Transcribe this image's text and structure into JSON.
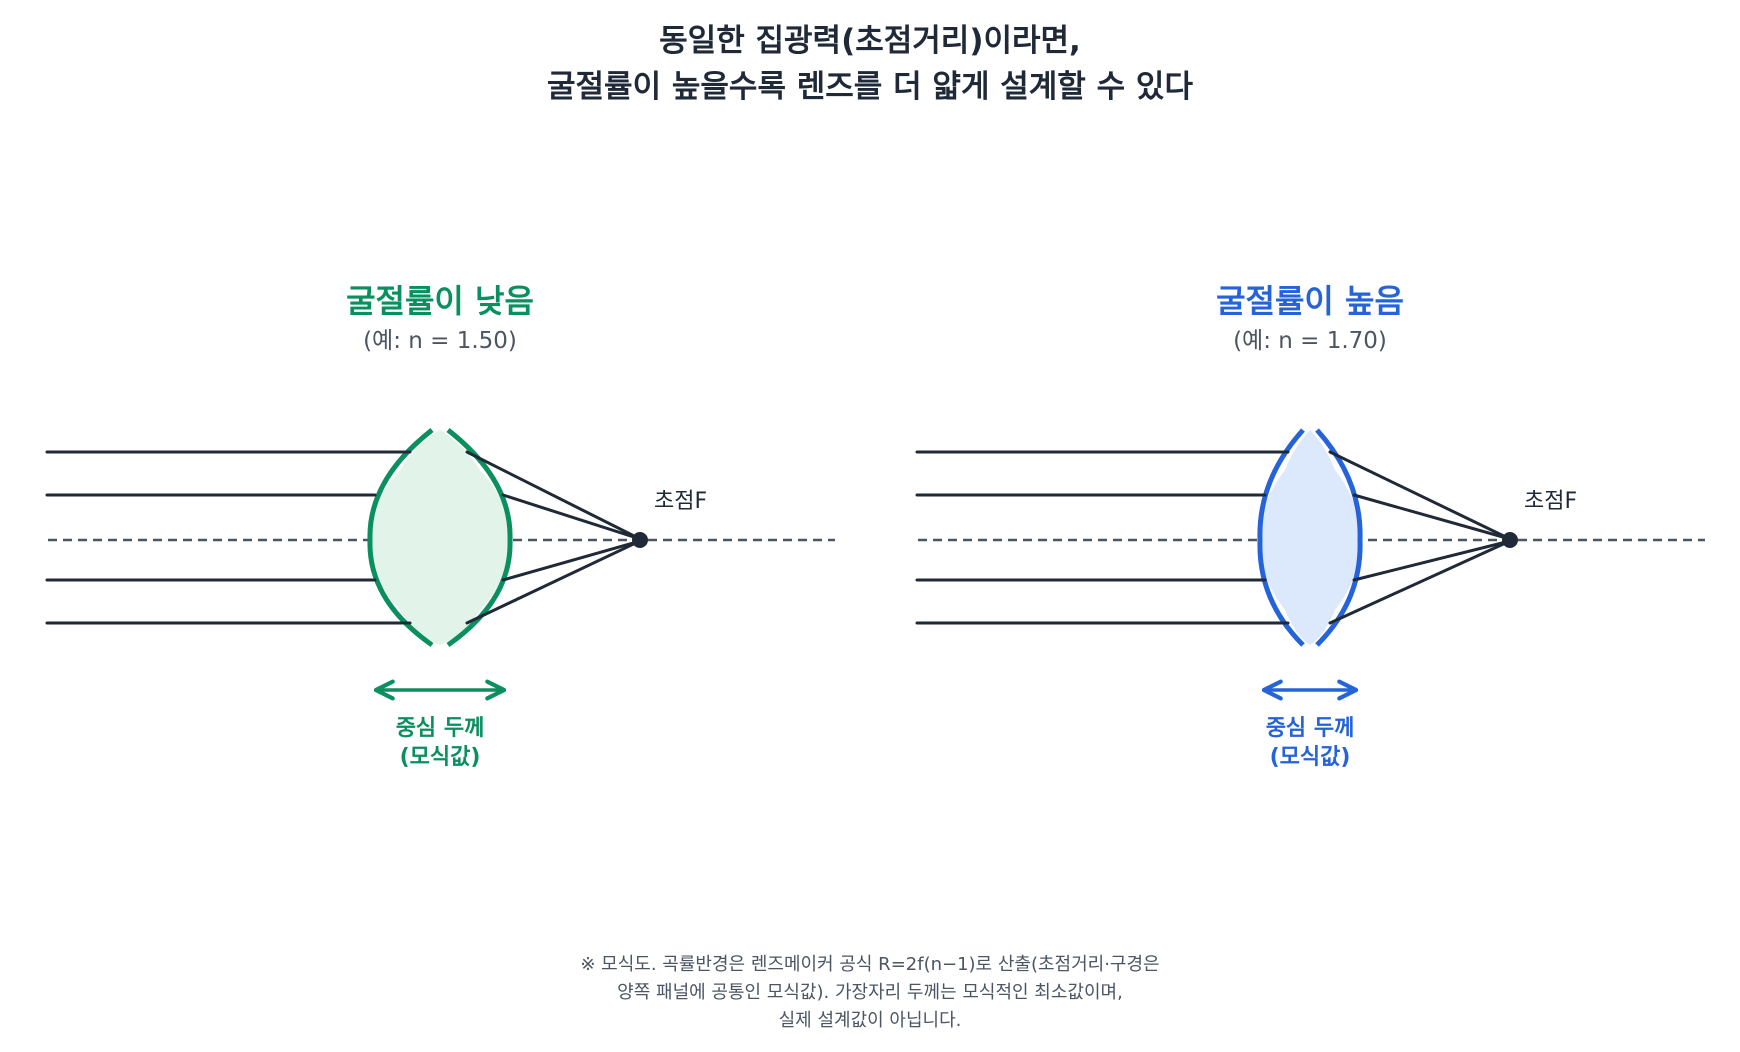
{
  "title": {
    "line1": "동일한 집광력(초점거리)이라면,",
    "line2": "굴절률이 높을수록 렌즈를 더 얇게 설계할 수 있다"
  },
  "panels": [
    {
      "heading": "굴절률이 낮음",
      "subheading": "(예: n = 1.50)",
      "focus_label": "초점F",
      "thickness_label_line1": "중심 두께",
      "thickness_label_line2": "(모식값)",
      "accent_color": "#0a8f5f",
      "lens_fill": "#e2f3ea"
    },
    {
      "heading": "굴절률이 높음",
      "subheading": "(예: n = 1.70)",
      "focus_label": "초점F",
      "thickness_label_line1": "중심 두께",
      "thickness_label_line2": "(모식값)",
      "accent_color": "#2563d9",
      "lens_fill": "#dce9fc"
    }
  ],
  "footnote": {
    "line1": "※ 모식도. 곡률반경은 렌즈메이커 공식 R=2f(n−1)로 산출(초점거리·구경은",
    "line2": "양쪽 패널에 공통인 모식값). 가장자리 두께는 모식적인 최소값이며,",
    "line3": "실제 설계값이 아닙니다."
  }
}
